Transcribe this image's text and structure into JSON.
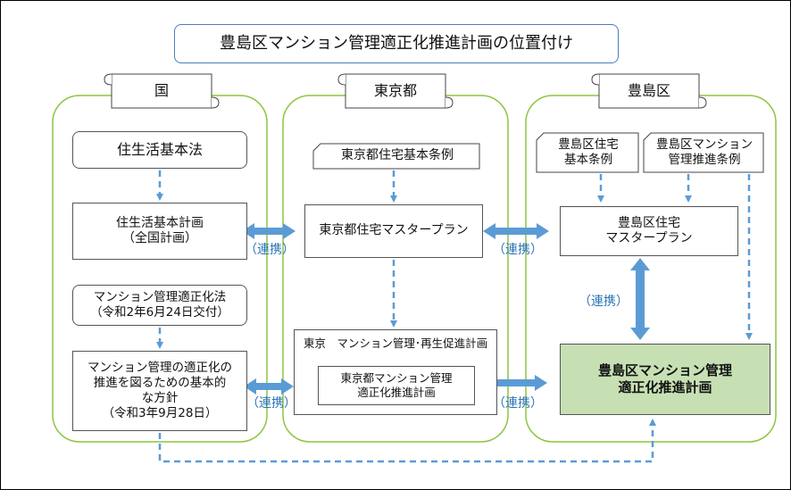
{
  "title": "豊島区マンション管理適正化推進計画の位置付け",
  "columns": {
    "national": {
      "label": "国"
    },
    "tokyo": {
      "label": "東京都"
    },
    "toshima": {
      "label": "豊島区"
    }
  },
  "national": {
    "basic_law": "住生活基本法",
    "basic_plan": "住生活基本計画\n（全国計画）",
    "mgmt_law": "マンション管理適正化法\n（令和2年6月24日交付）",
    "policy": "マンション管理の適正化の\n推進を図るための基本的\nな方針\n（令和3年9月28日）"
  },
  "tokyo": {
    "ordinance": "東京都住宅基本条例",
    "master_plan": "東京都住宅マスタープラン",
    "promotion_plan": "東京　マンション管理･再生促進計画",
    "mgmt_plan": "東京都マンション管理\n適正化推進計画"
  },
  "toshima": {
    "housing_ordinance": "豊島区住宅\n基本条例",
    "mgmt_ordinance": "豊島区マンション\n管理推進条例",
    "master_plan": "豊島区住宅\nマスタープラン",
    "mgmt_plan": "豊島区マンション管理\n適正化推進計画"
  },
  "links": {
    "label_1": "（連携）",
    "label_2": "（連携）",
    "label_3": "（連携）",
    "label_4": "（連携）",
    "label_5": "（連携）"
  },
  "colors": {
    "panel_border": "#8CC63F",
    "arrow": "#5B9BD5",
    "link_text": "#2E75B6",
    "highlight_fill": "#C6E0B4",
    "title_border": "#4A7EBB"
  }
}
